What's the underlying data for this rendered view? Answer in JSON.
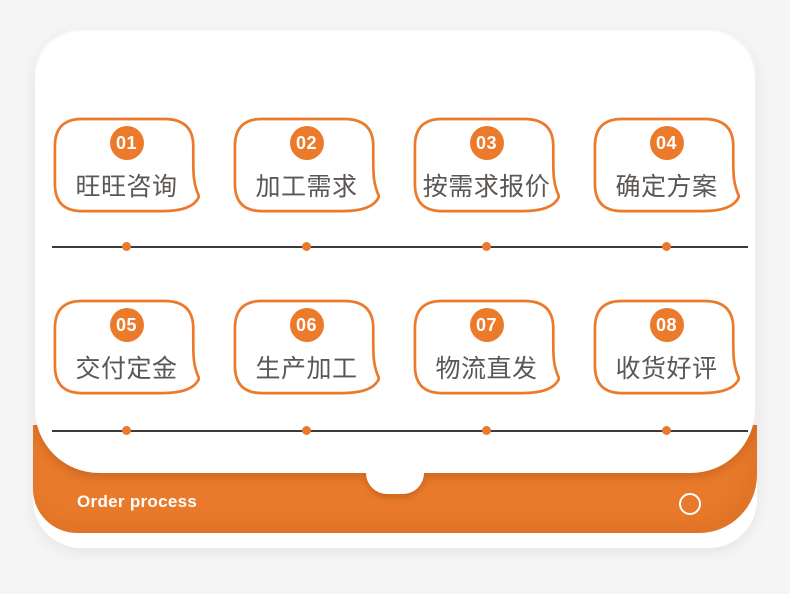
{
  "theme": {
    "orange": "#EC7A2B",
    "bar-orange": "#E97A2B",
    "line-dark": "#3b3b3b",
    "label-gray": "#5b5755",
    "page-bg": "#f5f5f6"
  },
  "steps": [
    {
      "num": "01",
      "label": "旺旺咨询"
    },
    {
      "num": "02",
      "label": "加工需求"
    },
    {
      "num": "03",
      "label": "按需求报价"
    },
    {
      "num": "04",
      "label": "确定方案"
    },
    {
      "num": "05",
      "label": "交付定金"
    },
    {
      "num": "06",
      "label": "生产加工"
    },
    {
      "num": "07",
      "label": "物流直发"
    },
    {
      "num": "08",
      "label": "收货好评"
    }
  ],
  "footer": {
    "title": "Order process"
  }
}
